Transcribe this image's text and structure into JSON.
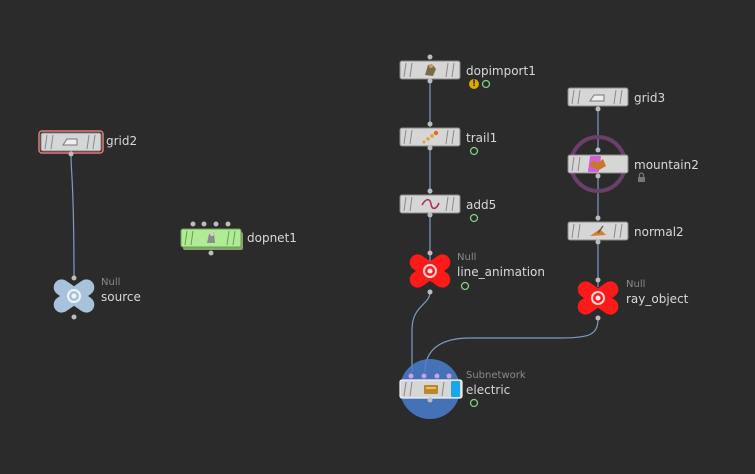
{
  "nodes": {
    "grid2": {
      "name": "grid2",
      "icon": "grid-icon"
    },
    "source": {
      "type": "Null",
      "name": "source",
      "icon": "null-icon"
    },
    "dopnet1": {
      "name": "dopnet1",
      "icon": "dop-network-icon"
    },
    "dopimport1": {
      "name": "dopimport1",
      "icon": "dop-import-icon",
      "warning": "!"
    },
    "trail1": {
      "name": "trail1",
      "icon": "trail-icon"
    },
    "add5": {
      "name": "add5",
      "icon": "add-curve-icon"
    },
    "line_animation": {
      "type": "Null",
      "name": "line_animation",
      "icon": "null-icon"
    },
    "electric": {
      "type": "Subnetwork",
      "name": "electric",
      "icon": "subnetwork-icon"
    },
    "grid3": {
      "name": "grid3",
      "icon": "grid-icon"
    },
    "mountain2": {
      "name": "mountain2",
      "icon": "mountain-icon"
    },
    "normal2": {
      "name": "normal2",
      "icon": "normal-icon"
    },
    "ray_object": {
      "type": "Null",
      "name": "ray_object",
      "icon": "null-icon"
    }
  },
  "colors": {
    "background": "#2b2b2b",
    "node_fill": "#d6d6d6",
    "wire": "#7c9cc4",
    "null_red": "#ff1a1a",
    "null_blue": "#a8c2dc",
    "dop_green": "#b0ec94",
    "display_ring": "#6a3f6a",
    "subnet_glow": "#4a7fd0",
    "warning": "#e0a800",
    "flag_green": "#7fd27f"
  }
}
